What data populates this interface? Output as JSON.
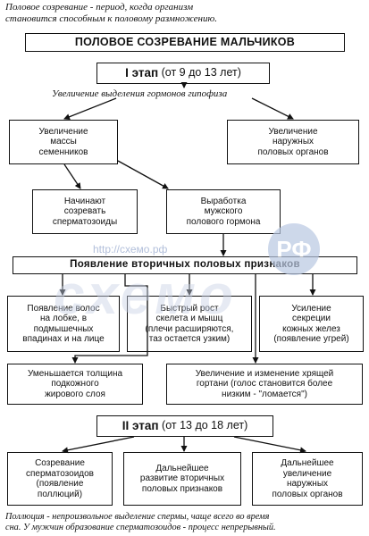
{
  "intro": "Половое созревание - период, когда организм\nстановится способным к половому размножению.",
  "title": "ПОЛОВОЕ СОЗРЕВАНИЕ МАЛЬЧИКОВ",
  "stage1": {
    "label": "I этап",
    "range": "(от 9 до 13 лет)"
  },
  "hormone_note": "Увеличение выделения гормонов гипофиза",
  "boxes": {
    "testes_growth": "Увеличение\nмассы\nсеменников",
    "external_organs_growth": "Увеличение\nнаружных\nполовых органов",
    "sperm_maturation_start": "Начинают\nсозревать\nсперматозоиды",
    "male_hormone": "Выработка\nмужского\nполового гормона",
    "secondary_traits": "Появление вторичных половых признаков",
    "hair_growth": "Появление волос\nна лобке, в\nподмышечных\nвпадинах и на лице",
    "rapid_growth": "Быстрый рост\nскелета и мышц\n(плечи расширяются,\nтаз остается узким)",
    "skin_glands": "Усиление\nсекреции\nкожных желез\n(появление угрей)",
    "fat_layer": "Уменьшается толщина\nподкожного\nжирового слоя",
    "larynx": "Увеличение и изменение хрящей\nгортани (голос становится более\nнизким - \"ломается\")",
    "sperm_maturation": "Созревание\nсперматозоидов\n(появление\nполлюций)",
    "further_secondary": "Дальнейшее\nразвитие вторичных\nполовых признаков",
    "further_external": "Дальнейшее\nувеличение\nнаружных\nполовых органов"
  },
  "stage2": {
    "label": "II этап",
    "range": "(от 13 до 18 лет)"
  },
  "footnote": "Поллюция - непроизвольное выделение спермы, чаще всего во время\nсна. У мужчин образование сперматозоидов - процесс непрерывный.",
  "watermark": {
    "site": "http://схемо.рф",
    "logo": "схемо",
    "badge": "РФ"
  }
}
